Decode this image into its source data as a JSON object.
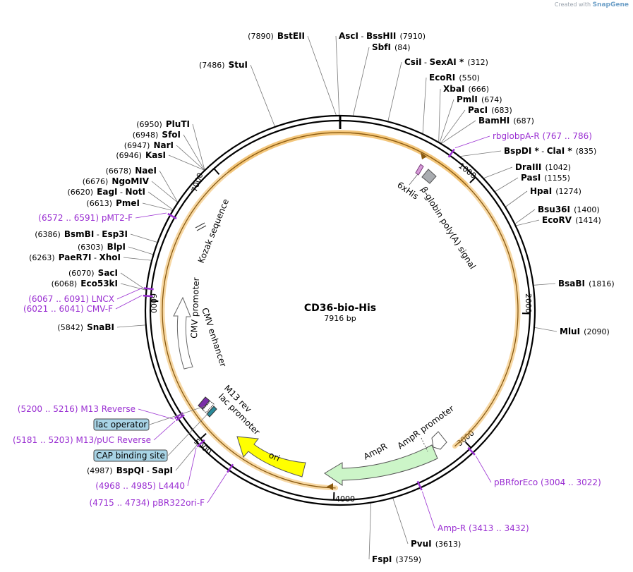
{
  "credit": {
    "prefix": "Created with",
    "brand": "SnapGene"
  },
  "plasmid": {
    "name": "CD36-bio-His",
    "length_label": "7916 bp",
    "total_bp": 7916
  },
  "ticks": [
    {
      "bp": 1000,
      "label": "1000"
    },
    {
      "bp": 2000,
      "label": "2000"
    },
    {
      "bp": 3000,
      "label": "3000"
    },
    {
      "bp": 4000,
      "label": "4000"
    },
    {
      "bp": 5000,
      "label": "5000"
    },
    {
      "bp": 6000,
      "label": "6000"
    },
    {
      "bp": 7000,
      "label": "7000"
    }
  ],
  "sites": [
    {
      "bp": 7890,
      "name": "BstEII",
      "pos": "(7890)"
    },
    {
      "bp": 7910,
      "name": "AscI",
      "partner": "BssHII",
      "pos": "(7910)"
    },
    {
      "bp": 84,
      "name": "SbfI",
      "pos": "(84)"
    },
    {
      "bp": 312,
      "name": "CsiI",
      "partner": "SexAI *",
      "pos": "(312)"
    },
    {
      "bp": 550,
      "name": "EcoRI",
      "pos": "(550)"
    },
    {
      "bp": 666,
      "name": "XbaI",
      "pos": "(666)"
    },
    {
      "bp": 674,
      "name": "PmlI",
      "pos": "(674)"
    },
    {
      "bp": 683,
      "name": "PacI",
      "pos": "(683)"
    },
    {
      "bp": 687,
      "name": "BamHI",
      "pos": "(687)"
    },
    {
      "bp": 835,
      "name": "BspDI *",
      "partner": "ClaI *",
      "pos": "(835)"
    },
    {
      "bp": 1042,
      "name": "DraIII",
      "pos": "(1042)"
    },
    {
      "bp": 1155,
      "name": "PasI",
      "pos": "(1155)"
    },
    {
      "bp": 1274,
      "name": "HpaI",
      "pos": "(1274)"
    },
    {
      "bp": 1400,
      "name": "Bsu36I",
      "pos": "(1400)"
    },
    {
      "bp": 1414,
      "name": "EcoRV",
      "pos": "(1414)"
    },
    {
      "bp": 1816,
      "name": "BsaBI",
      "pos": "(1816)"
    },
    {
      "bp": 2090,
      "name": "MluI",
      "pos": "(2090)"
    },
    {
      "bp": 3613,
      "name": "PvuI",
      "pos": "(3613)"
    },
    {
      "bp": 3759,
      "name": "FspI",
      "pos": "(3759)"
    },
    {
      "bp": 4987,
      "name": "BspQI",
      "partner": "SapI",
      "pos": "(4987)"
    },
    {
      "bp": 5842,
      "name": "SnaBI",
      "pos": "(5842)"
    },
    {
      "bp": 6068,
      "name": "Eco53kI",
      "pos": "(6068)"
    },
    {
      "bp": 6070,
      "name": "SacI",
      "pos": "(6070)"
    },
    {
      "bp": 6263,
      "name": "PaeR7I",
      "partner": "XhoI",
      "pos": "(6263)"
    },
    {
      "bp": 6303,
      "name": "BlpI",
      "pos": "(6303)"
    },
    {
      "bp": 6386,
      "name": "BsmBI",
      "partner": "Esp3I",
      "pos": "(6386)"
    },
    {
      "bp": 6613,
      "name": "PmeI",
      "pos": "(6613)"
    },
    {
      "bp": 6620,
      "name": "EagI",
      "partner": "NotI",
      "pos": "(6620)"
    },
    {
      "bp": 6676,
      "name": "NgoMIV",
      "pos": "(6676)"
    },
    {
      "bp": 6678,
      "name": "NaeI",
      "pos": "(6678)"
    },
    {
      "bp": 6946,
      "name": "KasI",
      "pos": "(6946)"
    },
    {
      "bp": 6947,
      "name": "NarI",
      "pos": "(6947)"
    },
    {
      "bp": 6948,
      "name": "SfoI",
      "pos": "(6948)"
    },
    {
      "bp": 6950,
      "name": "PluTI",
      "pos": "(6950)"
    },
    {
      "bp": 7486,
      "name": "StuI",
      "pos": "(7486)"
    }
  ],
  "primers": [
    {
      "bp": 776,
      "name": "rbglobpA-R",
      "range": "(767 .. 786)"
    },
    {
      "bp": 3013,
      "name": "pBRforEco",
      "range": "(3004 .. 3022)"
    },
    {
      "bp": 3422,
      "name": "Amp-R",
      "range": "(3413 .. 3432)"
    },
    {
      "bp": 4724,
      "name": "pBR322ori-F",
      "range": "(4715 .. 4734)"
    },
    {
      "bp": 4976,
      "name": "L4440",
      "range": "(4968 .. 4985)"
    },
    {
      "bp": 5192,
      "name": "M13/pUC Reverse",
      "range": "(5181 .. 5203)"
    },
    {
      "bp": 5208,
      "name": "M13 Reverse",
      "range": "(5200 .. 5216)"
    },
    {
      "bp": 6031,
      "name": "CMV-F",
      "range": "(6021 .. 6041)"
    },
    {
      "bp": 6079,
      "name": "LNCX",
      "range": "(6067 .. 6091)"
    },
    {
      "bp": 6581,
      "name": "pMT2-F",
      "range": "(6572 .. 6591)"
    }
  ],
  "boxed_features": [
    {
      "name": "lac operator",
      "color": "#a8d4e6"
    },
    {
      "name": "CAP binding site",
      "color": "#a8d4e6"
    }
  ],
  "inner_labels": {
    "sixhis": "6xHis",
    "betaglobin": "β-globin poly(A) signal",
    "kozak": "Kozak sequence",
    "cmv_promoter": "CMV promoter",
    "cmv_enhancer": "CMV enhancer",
    "m13rev": "M13 rev",
    "lac_promoter": "lac promoter",
    "ori": "ori",
    "ampr": "AmpR",
    "ampr_promoter": "AmpR promoter"
  },
  "colors": {
    "backbone": "#000000",
    "orf_outline": "#f0b85a",
    "ori": "#ffff00",
    "ampr": "#ccf5c8",
    "primer": "#9a2fd2",
    "polyA": "#a9acb0",
    "sixhis": "#d79bd9",
    "lac": "#7a2ea8",
    "cap": "#2a8a9a",
    "promoter": "#ffffff"
  }
}
